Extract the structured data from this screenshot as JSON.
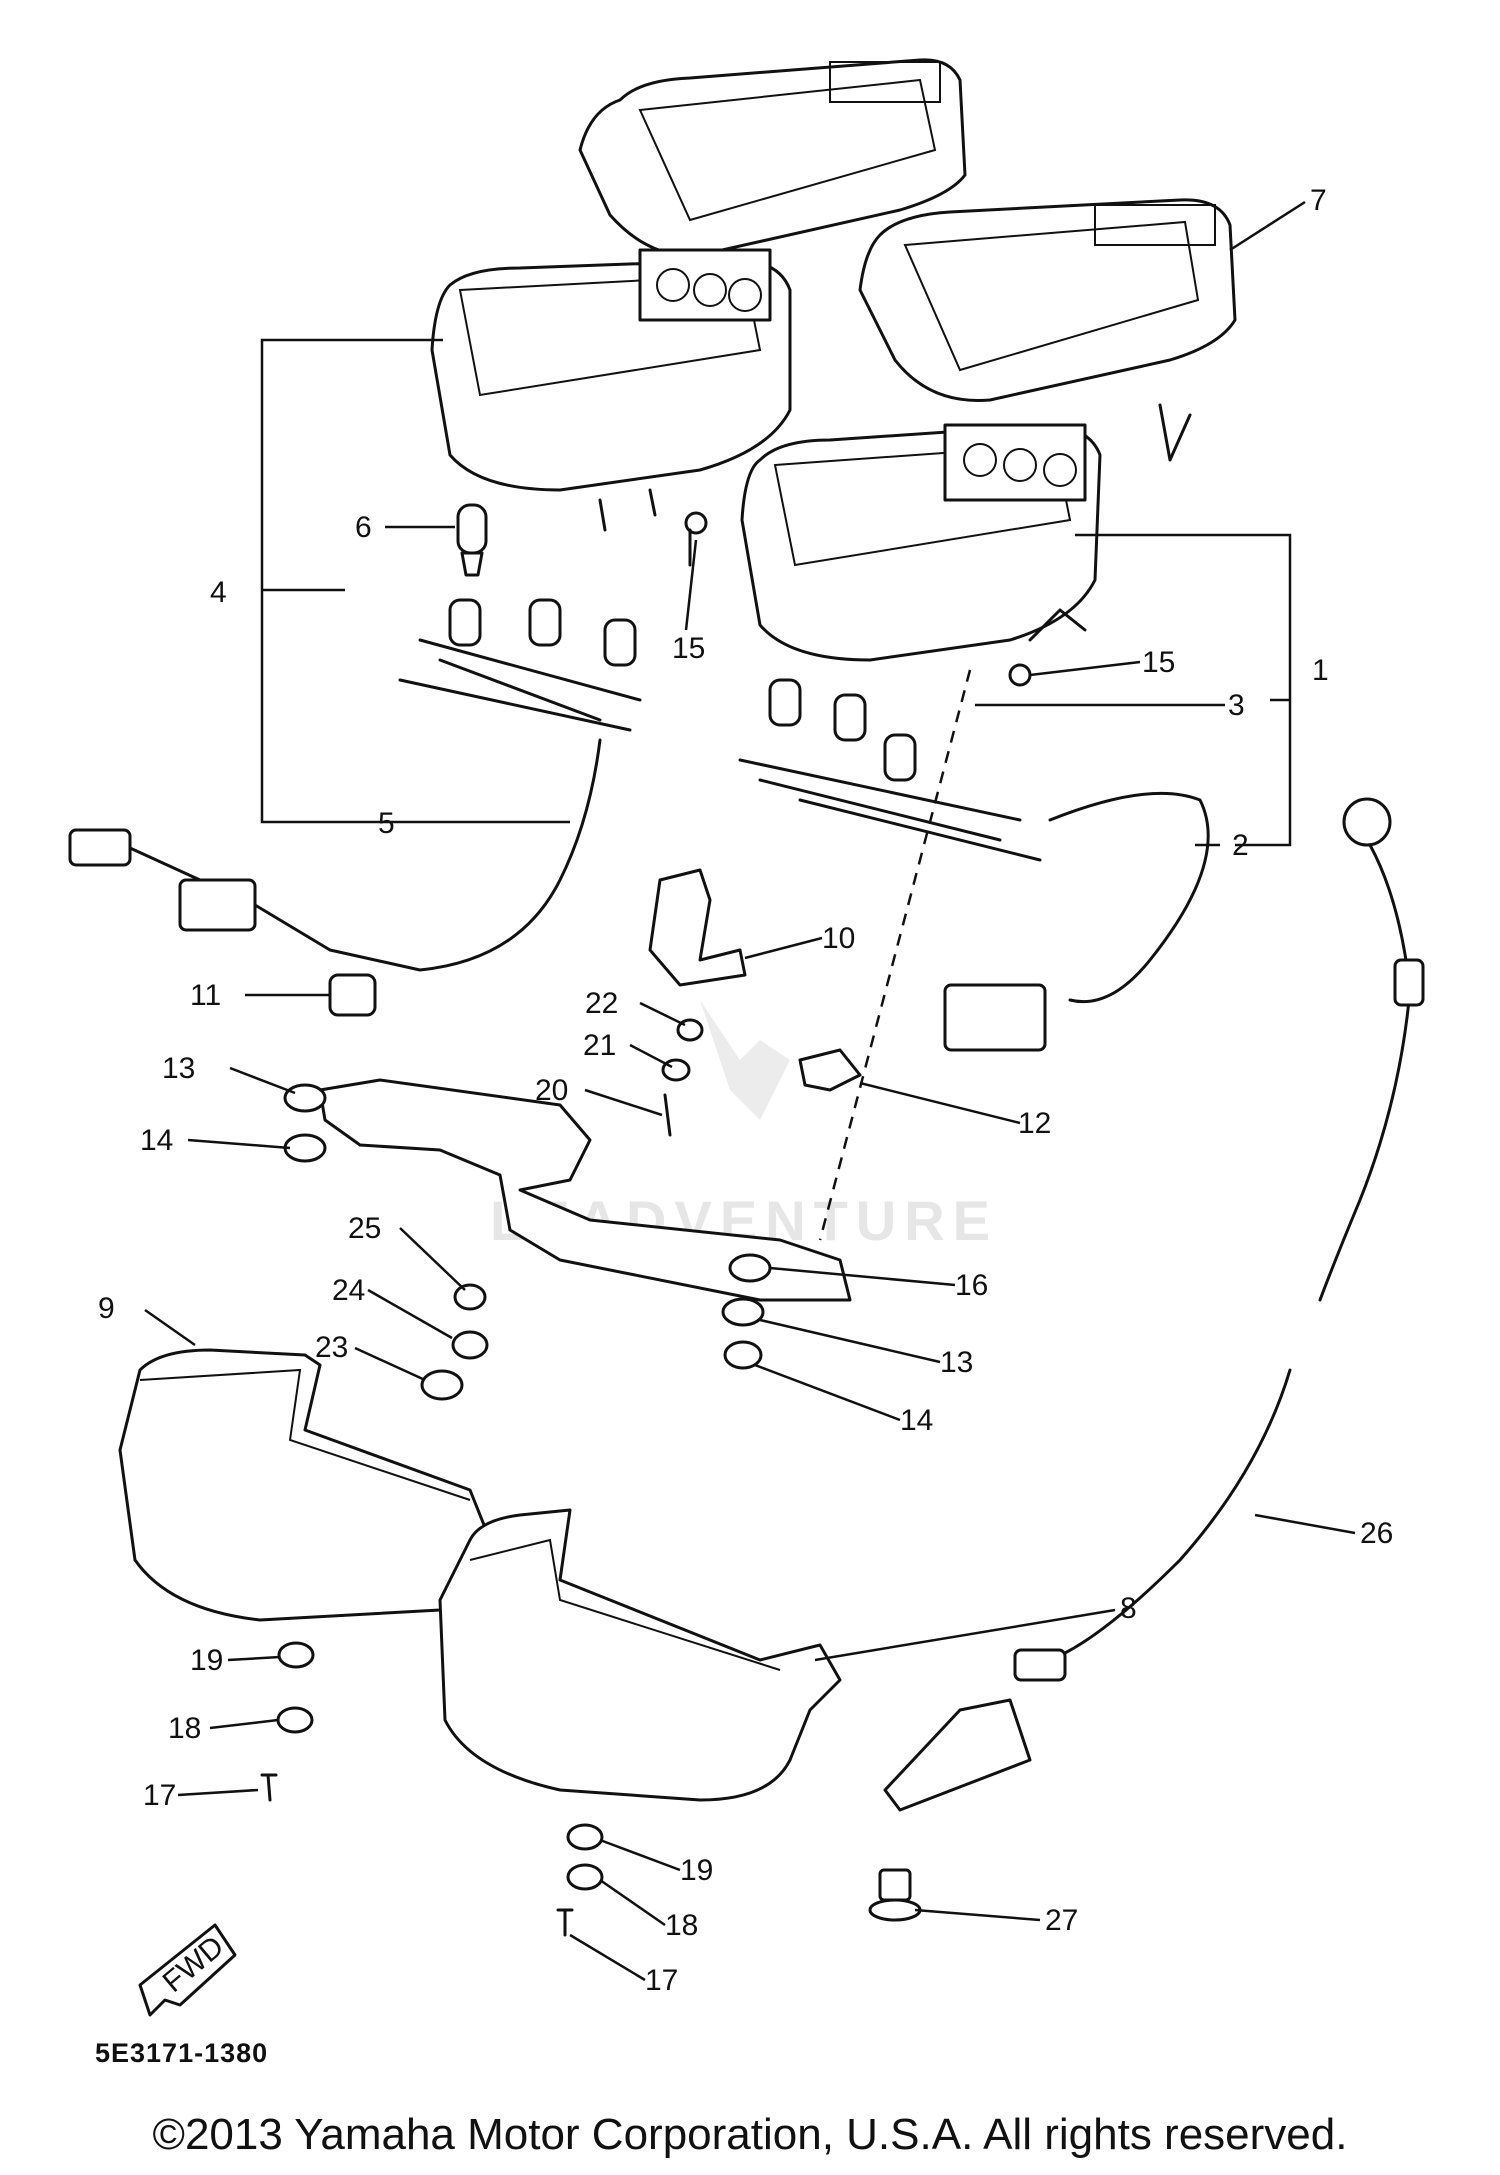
{
  "diagram": {
    "callouts": [
      "1",
      "2",
      "3",
      "4",
      "5",
      "6",
      "7",
      "8",
      "9",
      "10",
      "11",
      "12",
      "13",
      "13",
      "14",
      "14",
      "15",
      "15",
      "16",
      "17",
      "17",
      "18",
      "18",
      "19",
      "19",
      "20",
      "21",
      "22",
      "23",
      "24",
      "25",
      "26",
      "27"
    ],
    "drawing_code": "5E3171-1380",
    "fwd_label": "FWD",
    "watermark": "LEADVENTURE"
  },
  "footer": {
    "copyright": "©2013 Yamaha Motor Corporation, U.S.A. All rights reserved."
  }
}
